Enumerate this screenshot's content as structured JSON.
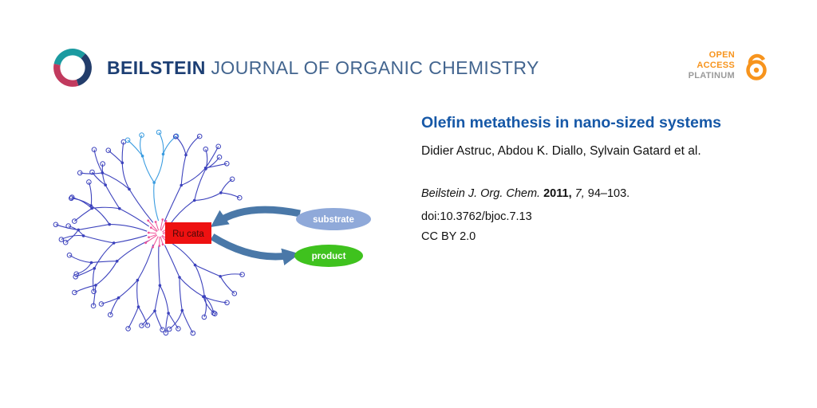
{
  "header": {
    "journal_bold": "BEILSTEIN",
    "journal_rest": "JOURNAL OF ORGANIC CHEMISTRY",
    "open_access": {
      "line1": "OPEN",
      "line2": "ACCESS",
      "line3": "PLATINUM"
    }
  },
  "figure": {
    "core_label": "Ru cata",
    "substrate_label": "substrate",
    "product_label": "product",
    "colors": {
      "branch": "#3d43bd",
      "branch_alt": "#3a9ce0",
      "core": "#f0549b",
      "box": "#ee1111",
      "box_text": "#4a0808",
      "substrate": "#8fa9d9",
      "product": "#3fc21e",
      "arrow": "#4a78a8"
    }
  },
  "article": {
    "title": "Olefin metathesis in nano-sized systems",
    "authors": "Didier Astruc, Abdou K. Diallo, Sylvain Gatard et al.",
    "citation": {
      "journal": "Beilstein J. Org. Chem.",
      "year": "2011,",
      "volume": "7,",
      "pages": "94–103."
    },
    "doi": "doi:10.3762/bjoc.7.13",
    "license": "CC BY 2.0"
  }
}
